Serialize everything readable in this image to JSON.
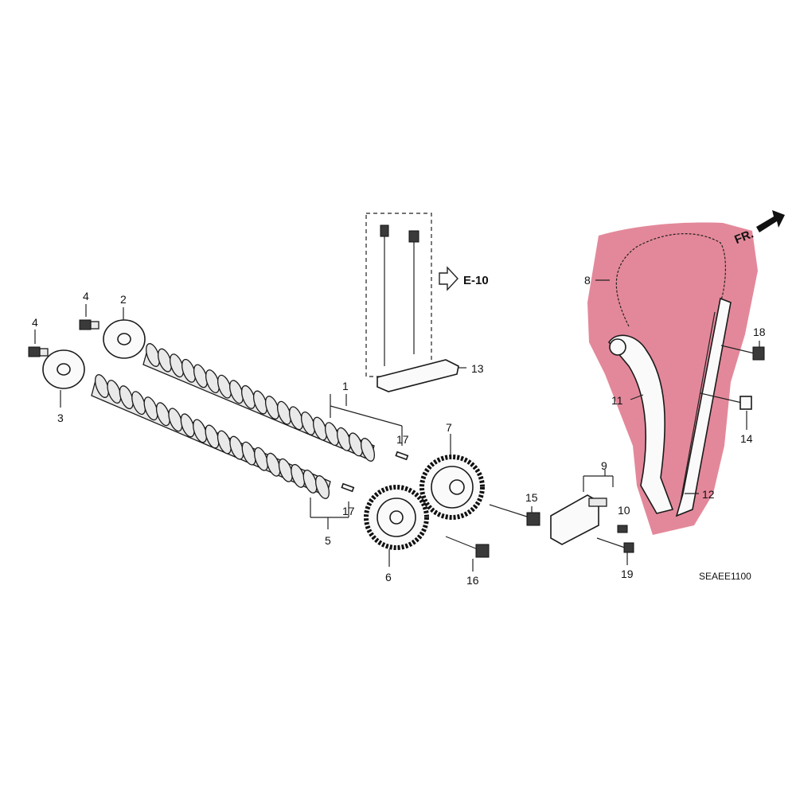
{
  "diagram": {
    "reference_code": "SEAEE1100",
    "cross_reference": "E-10",
    "front_indicator": "FR.",
    "highlight_color": "#e07b8f",
    "callouts": [
      {
        "id": "c1",
        "text": "1"
      },
      {
        "id": "c2",
        "text": "2"
      },
      {
        "id": "c3",
        "text": "3"
      },
      {
        "id": "c4a",
        "text": "4"
      },
      {
        "id": "c4b",
        "text": "4"
      },
      {
        "id": "c5",
        "text": "5"
      },
      {
        "id": "c6",
        "text": "6"
      },
      {
        "id": "c7",
        "text": "7"
      },
      {
        "id": "c8",
        "text": "8"
      },
      {
        "id": "c9",
        "text": "9"
      },
      {
        "id": "c10",
        "text": "10"
      },
      {
        "id": "c11",
        "text": "11"
      },
      {
        "id": "c12",
        "text": "12"
      },
      {
        "id": "c13",
        "text": "13"
      },
      {
        "id": "c14",
        "text": "14"
      },
      {
        "id": "c15",
        "text": "15"
      },
      {
        "id": "c16",
        "text": "16"
      },
      {
        "id": "c17a",
        "text": "17"
      },
      {
        "id": "c17b",
        "text": "17"
      },
      {
        "id": "c18",
        "text": "18"
      },
      {
        "id": "c19",
        "text": "19"
      }
    ]
  }
}
